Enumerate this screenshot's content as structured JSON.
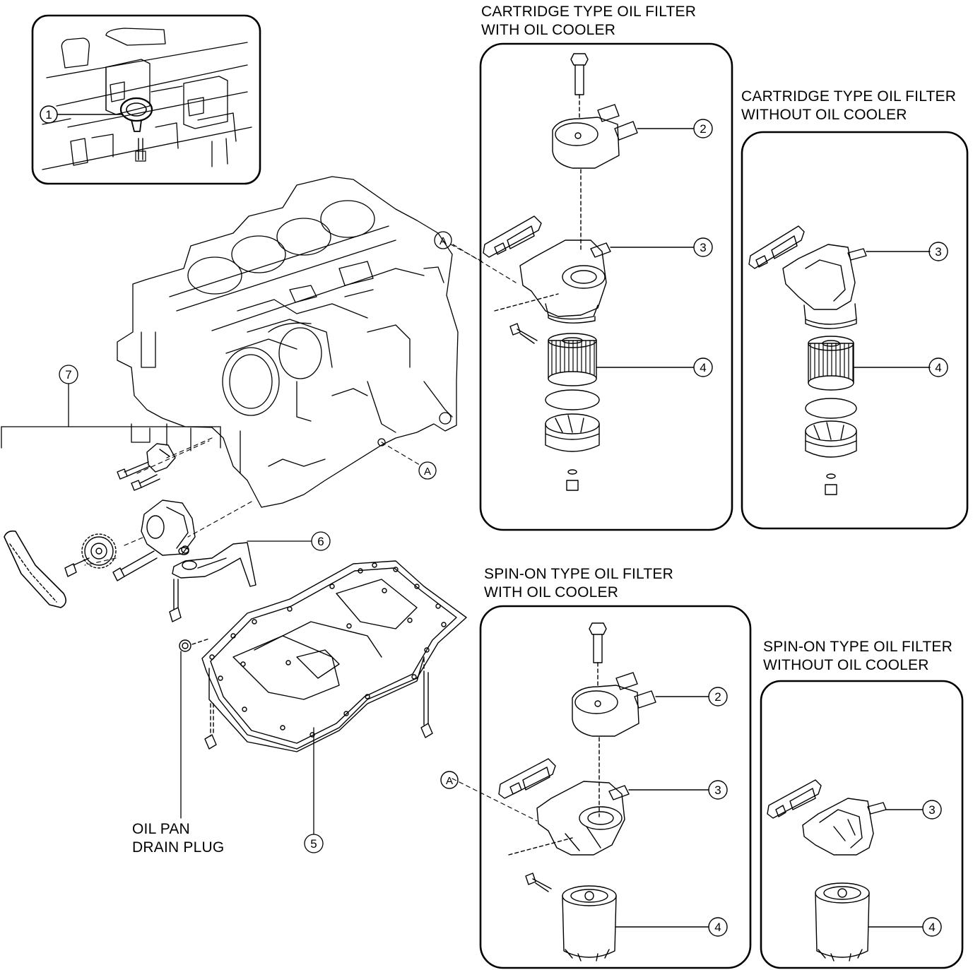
{
  "panels": {
    "cartridge_with_cooler": {
      "title_line1": "CARTRIDGE TYPE OIL FILTER",
      "title_line2": "WITH OIL COOLER"
    },
    "cartridge_without_cooler": {
      "title_line1": "CARTRIDGE TYPE OIL FILTER",
      "title_line2": "WITHOUT OIL COOLER"
    },
    "spinon_with_cooler": {
      "title_line1": "SPIN-ON TYPE OIL FILTER",
      "title_line2": "WITH OIL COOLER"
    },
    "spinon_without_cooler": {
      "title_line1": "SPIN-ON TYPE OIL FILTER",
      "title_line2": "WITHOUT OIL COOLER"
    }
  },
  "callouts": {
    "c1": "1",
    "c2": "2",
    "c3": "3",
    "c4": "4",
    "c5": "5",
    "c6": "6",
    "c7": "7",
    "ref_a": "A"
  },
  "labels": {
    "drain_plug_line1": "OIL PAN",
    "drain_plug_line2": "DRAIN PLUG"
  },
  "colors": {
    "line": "#000000",
    "background": "#ffffff"
  }
}
